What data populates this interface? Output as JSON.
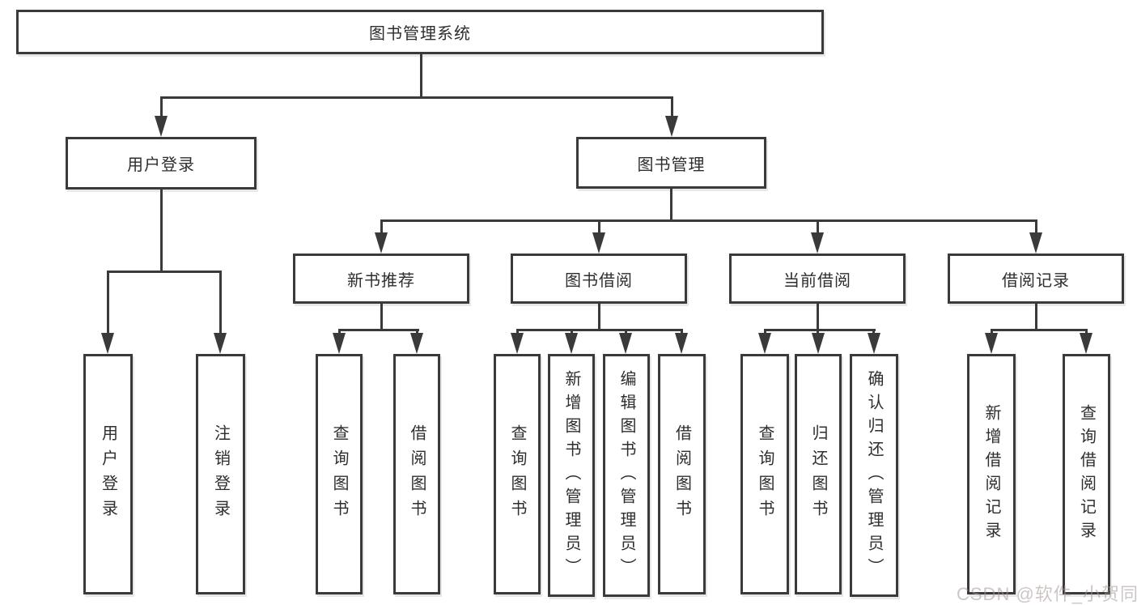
{
  "tree": {
    "root": "图书管理系统",
    "user_login": {
      "label": "用户登录",
      "children": [
        "用户登录",
        "注销登录"
      ]
    },
    "book_mgmt": {
      "label": "图书管理"
    },
    "new_books": {
      "label": "新书推荐",
      "children": [
        "查询图书",
        "借阅图书"
      ]
    },
    "book_borrow": {
      "label": "图书借阅",
      "children": [
        "查询图书",
        "新增图书（管理员）",
        "编辑图书（管理员）",
        "借阅图书"
      ]
    },
    "current_borrow": {
      "label": "当前借阅",
      "children": [
        "查询图书",
        "归还图书",
        "确认归还（管理员）"
      ]
    },
    "borrow_records": {
      "label": "借阅记录",
      "children": [
        "新增借阅记录",
        "查询借阅记录"
      ]
    }
  },
  "watermark": {
    "text": "CSDN @软件_小贺同学"
  },
  "colors": {
    "line": "#3a3a3a",
    "text": "#2e2e2e",
    "background": "#ffffff",
    "watermark": "#c8bcbc"
  }
}
